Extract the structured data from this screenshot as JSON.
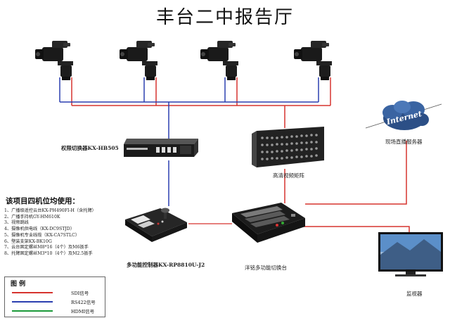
{
  "title": "丰台二中报告厅",
  "devices": {
    "switcher_label": "权限切换器KX-HB505",
    "matrix_label": "高清视频矩阵",
    "streaming_label": "现场直播服务器",
    "internet_text": "Internet",
    "controller_label": "多功能控制器KX-RP8810U-J2",
    "mixer_label": "洋铭多功能切换台",
    "monitor_label": "监视器"
  },
  "usage": {
    "title": "该项目四机位均使用：",
    "items": [
      "1、广播级遥控云台KX-PH490FI-H（含托臂）",
      "2、广播手持机GY-HM610K",
      "3、视频跳线",
      "4、摄像机供电线（KX-DC9STJD）",
      "5、摄像机专业线缆（KX-CA7STLC）",
      "6、壁装支架KX-BK10G",
      "7、云台固定螺丝M8*16（4个）及M6扳手",
      "8、托臂固定螺丝M3*10（4个）及M2.5扳手"
    ]
  },
  "legend": {
    "title": "图 例",
    "items": [
      {
        "label": "SDI信号",
        "color": "#d6332f"
      },
      {
        "label": "RS422信号",
        "color": "#2b3fb0"
      },
      {
        "label": "HDMI信号",
        "color": "#1c9a3a"
      }
    ]
  },
  "colors": {
    "sdi": "#d6332f",
    "rs422": "#2b3fb0",
    "hdmi": "#1c9a3a"
  },
  "icons": [
    "camcorder-icon",
    "switcher-unit-icon",
    "video-matrix-icon",
    "internet-cloud-icon",
    "ptz-controller-icon",
    "video-mixer-icon",
    "monitor-icon"
  ]
}
